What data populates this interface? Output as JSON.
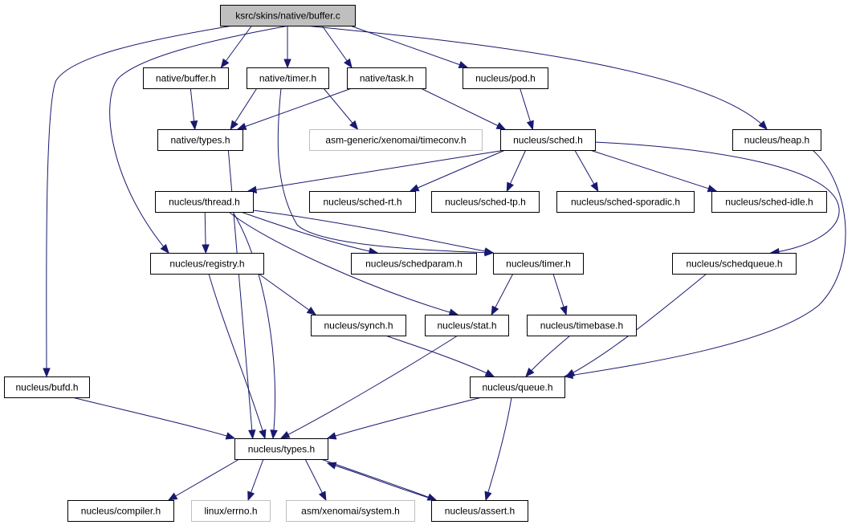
{
  "diagram": {
    "type": "include-dependency-graph",
    "colors": {
      "edge": "#191970",
      "root_fill": "#bfbfbf",
      "ghost_border": "#bfbfbf",
      "node_border": "#000000"
    },
    "nodes": [
      {
        "id": "root",
        "label": "ksrc/skins/native/buffer.c",
        "style": "root"
      },
      {
        "id": "native_buffer",
        "label": "native/buffer.h"
      },
      {
        "id": "native_timer",
        "label": "native/timer.h"
      },
      {
        "id": "native_task",
        "label": "native/task.h"
      },
      {
        "id": "nucleus_pod",
        "label": "nucleus/pod.h"
      },
      {
        "id": "nucleus_heap",
        "label": "nucleus/heap.h"
      },
      {
        "id": "native_types",
        "label": "native/types.h"
      },
      {
        "id": "asm_timeconv",
        "label": "asm-generic/xenomai/timeconv.h",
        "style": "ghost"
      },
      {
        "id": "nucleus_sched",
        "label": "nucleus/sched.h"
      },
      {
        "id": "nucleus_thread",
        "label": "nucleus/thread.h"
      },
      {
        "id": "sched_rt",
        "label": "nucleus/sched-rt.h"
      },
      {
        "id": "sched_tp",
        "label": "nucleus/sched-tp.h"
      },
      {
        "id": "sched_sporadic",
        "label": "nucleus/sched-sporadic.h"
      },
      {
        "id": "sched_idle",
        "label": "nucleus/sched-idle.h"
      },
      {
        "id": "registry",
        "label": "nucleus/registry.h"
      },
      {
        "id": "schedparam",
        "label": "nucleus/schedparam.h"
      },
      {
        "id": "nucleus_timer",
        "label": "nucleus/timer.h"
      },
      {
        "id": "schedqueue",
        "label": "nucleus/schedqueue.h"
      },
      {
        "id": "synch",
        "label": "nucleus/synch.h"
      },
      {
        "id": "stat",
        "label": "nucleus/stat.h"
      },
      {
        "id": "timebase",
        "label": "nucleus/timebase.h"
      },
      {
        "id": "bufd",
        "label": "nucleus/bufd.h"
      },
      {
        "id": "queue",
        "label": "nucleus/queue.h"
      },
      {
        "id": "nucleus_types",
        "label": "nucleus/types.h"
      },
      {
        "id": "compiler",
        "label": "nucleus/compiler.h"
      },
      {
        "id": "errno",
        "label": "linux/errno.h",
        "style": "ghost"
      },
      {
        "id": "asm_system",
        "label": "asm/xenomai/system.h",
        "style": "ghost"
      },
      {
        "id": "assert",
        "label": "nucleus/assert.h"
      }
    ],
    "edges": [
      [
        "root",
        "native_buffer"
      ],
      [
        "root",
        "native_timer"
      ],
      [
        "root",
        "native_task"
      ],
      [
        "root",
        "nucleus_pod"
      ],
      [
        "root",
        "nucleus_heap"
      ],
      [
        "root",
        "registry"
      ],
      [
        "root",
        "bufd"
      ],
      [
        "native_buffer",
        "native_types"
      ],
      [
        "native_timer",
        "native_types"
      ],
      [
        "native_timer",
        "asm_timeconv"
      ],
      [
        "native_timer",
        "nucleus_timer"
      ],
      [
        "native_task",
        "native_types"
      ],
      [
        "native_task",
        "nucleus_sched"
      ],
      [
        "nucleus_pod",
        "nucleus_sched"
      ],
      [
        "nucleus_heap",
        "queue"
      ],
      [
        "native_types",
        "nucleus_types"
      ],
      [
        "nucleus_sched",
        "nucleus_thread"
      ],
      [
        "nucleus_sched",
        "sched_rt"
      ],
      [
        "nucleus_sched",
        "sched_tp"
      ],
      [
        "nucleus_sched",
        "sched_sporadic"
      ],
      [
        "nucleus_sched",
        "sched_idle"
      ],
      [
        "nucleus_sched",
        "schedqueue"
      ],
      [
        "nucleus_thread",
        "registry"
      ],
      [
        "nucleus_thread",
        "schedparam"
      ],
      [
        "nucleus_thread",
        "nucleus_timer"
      ],
      [
        "nucleus_thread",
        "stat"
      ],
      [
        "nucleus_thread",
        "nucleus_types"
      ],
      [
        "registry",
        "synch"
      ],
      [
        "registry",
        "nucleus_types"
      ],
      [
        "nucleus_timer",
        "stat"
      ],
      [
        "nucleus_timer",
        "timebase"
      ],
      [
        "schedqueue",
        "queue"
      ],
      [
        "synch",
        "queue"
      ],
      [
        "stat",
        "nucleus_types"
      ],
      [
        "timebase",
        "queue"
      ],
      [
        "bufd",
        "nucleus_types"
      ],
      [
        "queue",
        "nucleus_types"
      ],
      [
        "queue",
        "assert"
      ],
      [
        "nucleus_types",
        "compiler"
      ],
      [
        "nucleus_types",
        "errno"
      ],
      [
        "nucleus_types",
        "asm_system"
      ],
      [
        "nucleus_types",
        "assert"
      ],
      [
        "assert",
        "nucleus_types"
      ]
    ]
  }
}
